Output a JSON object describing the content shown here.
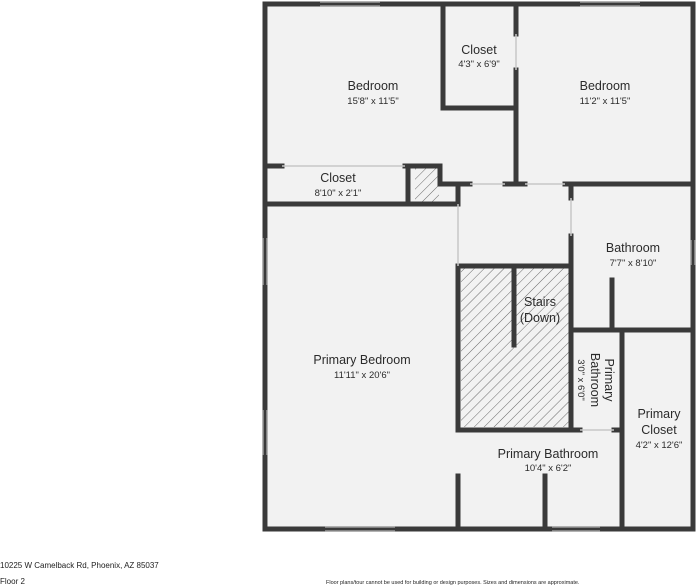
{
  "rooms": {
    "bedroom_1": {
      "name": "Bedroom",
      "dims": "15'8\" x 11'5\""
    },
    "closet_top": {
      "name": "Closet",
      "dims": "4'3\" x 6'9\""
    },
    "bedroom_2": {
      "name": "Bedroom",
      "dims": "11'2\" x 11'5\""
    },
    "closet_small": {
      "name": "Closet",
      "dims": "8'10\" x 2'1\""
    },
    "bathroom": {
      "name": "Bathroom",
      "dims": "7'7\" x 8'10\""
    },
    "stairs": {
      "name_line1": "Stairs",
      "name_line2": "(Down)"
    },
    "primary_bedroom": {
      "name": "Primary Bedroom",
      "dims": "11'11\" x 20'6\""
    },
    "primary_bath_small": {
      "name_line1": "Primary",
      "name_line2": "Bathroom",
      "dims": "3'0\" x 6'0\""
    },
    "primary_closet": {
      "name_line1": "Primary",
      "name_line2": "Closet",
      "dims": "4'2\" x 12'6\""
    },
    "primary_bathroom": {
      "name": "Primary Bathroom",
      "dims": "10'4\" x 6'2\""
    }
  },
  "footer": {
    "address": "10225 W Camelback Rd, Phoenix, AZ 85037",
    "floor": "Floor 2",
    "disclaimer": "Floor plans/tour cannot be used for building or design purposes. Sizes and dimensions are approximate."
  },
  "colors": {
    "wall": "#3a3a3a",
    "room_fill": "#f2f2f2",
    "stairs_hatch": "#555555"
  }
}
